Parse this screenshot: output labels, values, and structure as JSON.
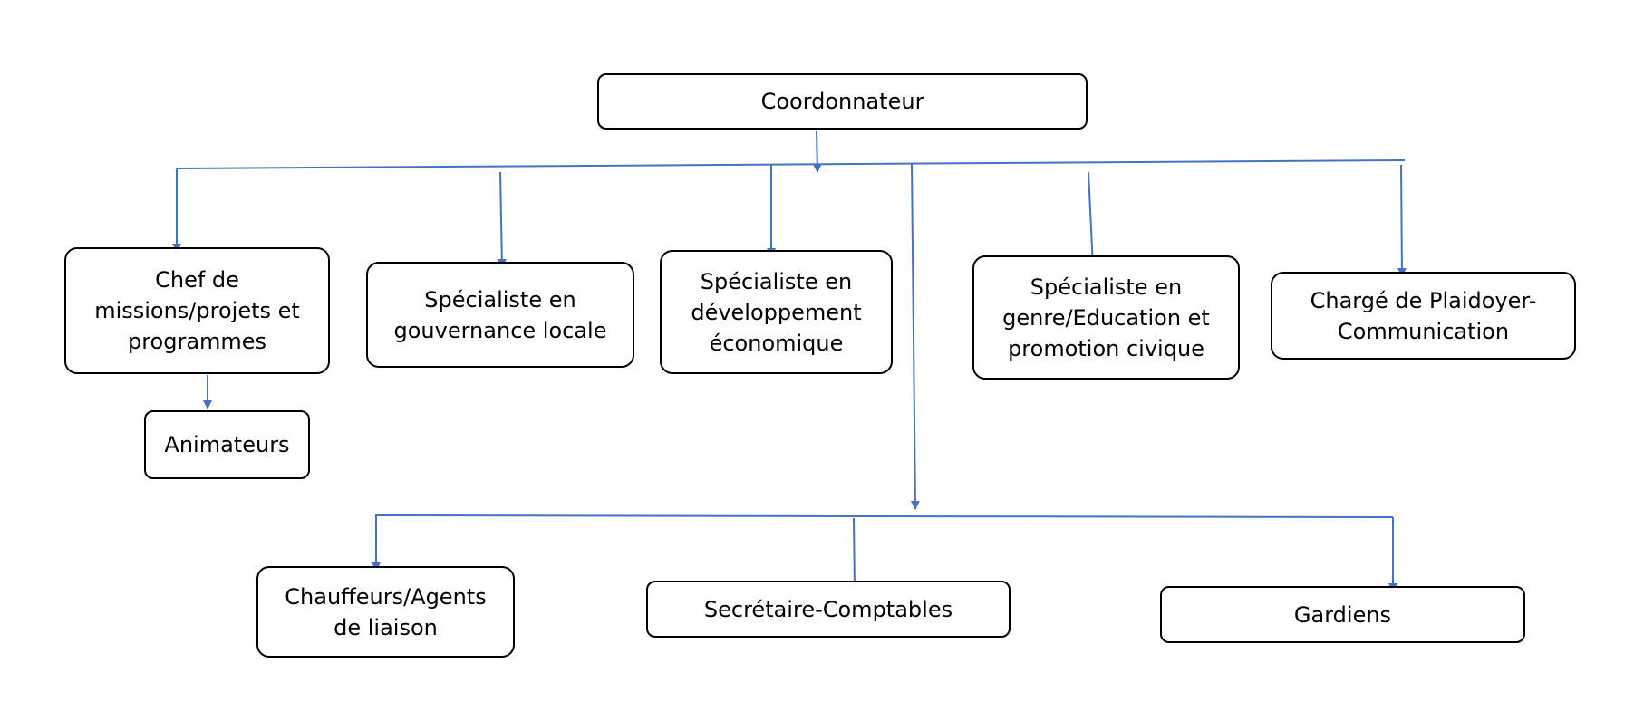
{
  "colors": {
    "connector": "#4472C4",
    "box_border": "#000000",
    "text": "#000000"
  },
  "nodes": {
    "coordonnateur": "Coordonnateur",
    "chef_missions": "Chef de missions/projets et programmes",
    "animateurs": "Animateurs",
    "gouvernance": "Spécialiste en gouvernance locale",
    "developpement": "Spécialiste en développement économique",
    "genre": "Spécialiste en genre/Education et promotion civique",
    "plaidoyer": "Chargé de Plaidoyer-Communication",
    "chauffeurs": "Chauffeurs/Agents de liaison",
    "secretaire": "Secrétaire-Comptables",
    "gardiens": "Gardiens"
  }
}
